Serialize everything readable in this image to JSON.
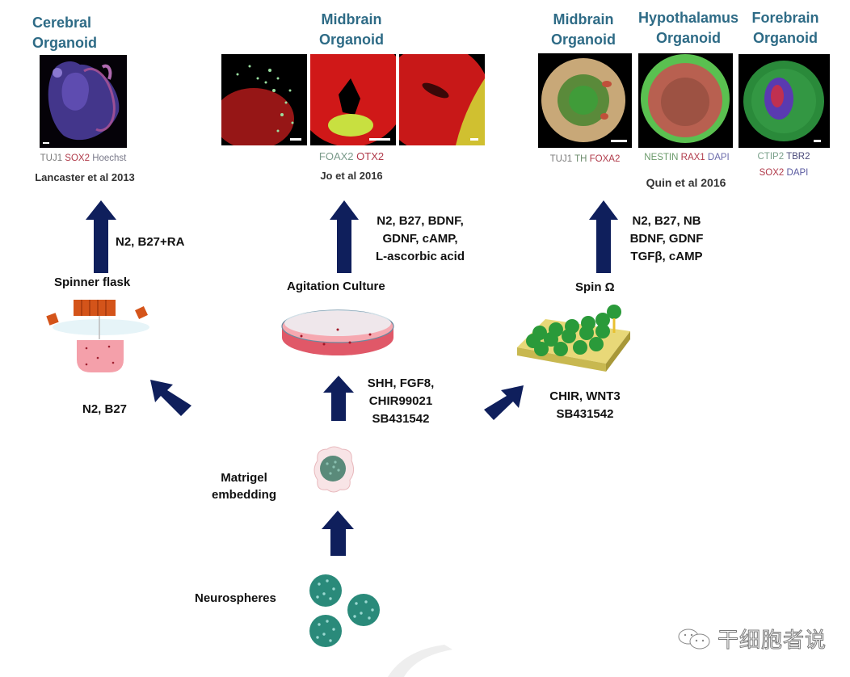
{
  "organoids": {
    "cerebral": {
      "title_line1": "Cerebral",
      "title_line2": "Organoid",
      "markers": [
        {
          "text": "TUJ1",
          "color": "#7a7a7a"
        },
        {
          "text": "SOX2",
          "color": "#b03a4a"
        },
        {
          "text": "Hoechst",
          "color": "#7a7a8a"
        }
      ],
      "citation": "Lancaster et al 2013"
    },
    "midbrain_jo": {
      "title_line1": "Midbrain",
      "title_line2": "Organoid",
      "markers": [
        {
          "text": "FOAX2",
          "color": "#7a9a8a"
        },
        {
          "text": "OTX2",
          "color": "#b03a4a"
        }
      ],
      "citation": "Jo et al 2016"
    },
    "midbrain_quin": {
      "title_line1": "Midbrain",
      "title_line2": "Organoid",
      "markers": [
        {
          "text": "TUJ1",
          "color": "#7a7a7a"
        },
        {
          "text": "TH",
          "color": "#6a8a6a"
        },
        {
          "text": "FOXA2",
          "color": "#b03a4a"
        }
      ]
    },
    "hypothalamus": {
      "title_line1": "Hypothalamus",
      "title_line2": "Organoid",
      "markers": [
        {
          "text": "NESTIN",
          "color": "#6a9a6a"
        },
        {
          "text": "RAX1",
          "color": "#b03a4a"
        },
        {
          "text": "DAPI",
          "color": "#6a6aaa"
        }
      ]
    },
    "forebrain": {
      "title_line1": "Forebrain",
      "title_line2": "Organoid",
      "markers_line1": [
        {
          "text": "CTIP2",
          "color": "#7aa08a"
        },
        {
          "text": "TBR2",
          "color": "#4a4a7a"
        }
      ],
      "markers_line2": [
        {
          "text": "SOX2",
          "color": "#b03a4a"
        },
        {
          "text": "DAPI",
          "color": "#5a5aa0"
        }
      ]
    },
    "quin_citation": "Quin et al 2016"
  },
  "steps": {
    "spinner_flask": "Spinner flask",
    "agitation_culture": "Agitation Culture",
    "spin_omega": "Spin Ω",
    "matrigel_line1": "Matrigel",
    "matrigel_line2": "embedding",
    "neurospheres": "Neurospheres"
  },
  "conditions": {
    "cerebral_up": "N2, B27+RA",
    "cerebral_diag": "N2, B27",
    "midbrain_up": [
      "N2, B27, BDNF,",
      "GDNF, cAMP,",
      "L-ascorbic acid"
    ],
    "midbrain_from_matrigel": [
      "SHH, FGF8,",
      "CHIR99021",
      "SB431542"
    ],
    "spin_up": [
      "N2, B27, NB",
      "BDNF, GDNF",
      "TGFβ, cAMP"
    ],
    "spin_diag": [
      "CHIR, WNT3",
      "SB431542"
    ]
  },
  "watermark": {
    "text": "干细胞者说"
  },
  "colors": {
    "arrow": "#0f1f5c",
    "title": "#2e6b86"
  }
}
